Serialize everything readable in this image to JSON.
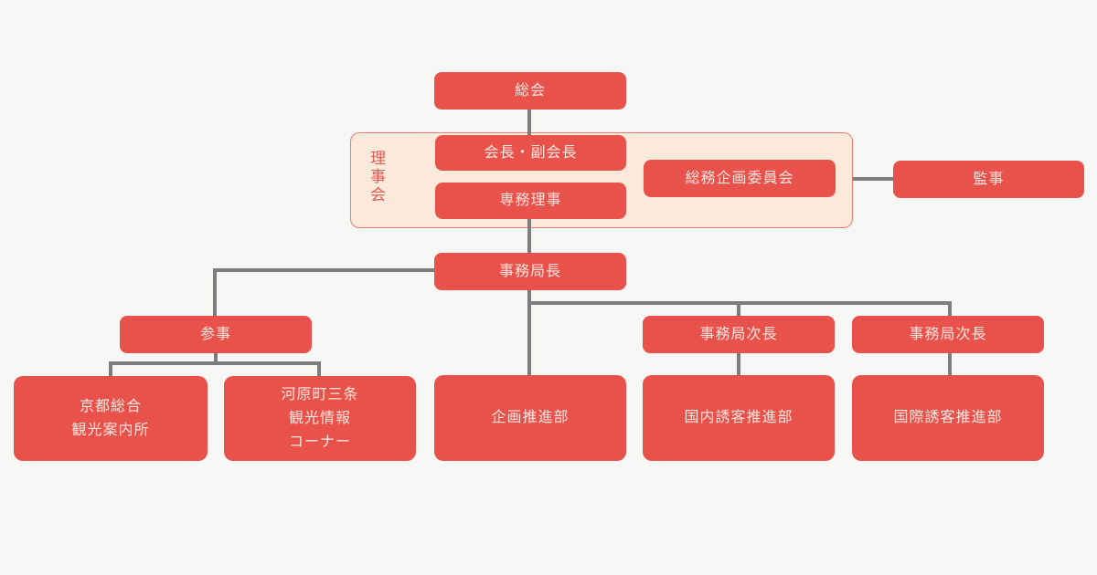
{
  "org_chart": {
    "type": "organization-chart",
    "nodes": {
      "general_assembly": "総会",
      "board_label": "理事会",
      "president_vice_president": "会長・副会長",
      "executive_director": "専務理事",
      "general_affairs_planning_committee": "総務企画委員会",
      "auditor": "監事",
      "secretary_general": "事務局長",
      "counselor": "参事",
      "deputy_secretary_general_left": "事務局次長",
      "deputy_secretary_general_right": "事務局次長",
      "kyoto_general_tourist_information_center": [
        "京都総合",
        "観光案内所"
      ],
      "kawaramachi_sanjo_tourist_information_corner": [
        "河原町三条",
        "観光情報",
        "コーナー"
      ],
      "planning_promotion_department": "企画推進部",
      "domestic_visitor_promotion_department": "国内誘客推進部",
      "international_visitor_promotion_department": "国際誘客推進部"
    },
    "edges": [
      [
        "総会",
        "会長・副会長"
      ],
      [
        "専務理事",
        "事務局長"
      ],
      [
        "理事会",
        "監事"
      ],
      [
        "事務局長",
        "参事"
      ],
      [
        "事務局長",
        "企画推進部"
      ],
      [
        "事務局長",
        "事務局次長(左)"
      ],
      [
        "事務局長",
        "事務局次長(右)"
      ],
      [
        "参事",
        "京都総合観光案内所"
      ],
      [
        "参事",
        "河原町三条観光情報コーナー"
      ],
      [
        "事務局次長(左)",
        "国内誘客推進部"
      ],
      [
        "事務局次長(右)",
        "国際誘客推進部"
      ]
    ]
  },
  "colors": {
    "background": "#f7f7f6",
    "node_fill": "#e8524a",
    "node_text": "#f8e6e1",
    "board_fill": "#fbe9dc",
    "board_border": "#ec7b6c",
    "board_label_text": "#e05a50",
    "connector": "#7d7d7d"
  }
}
